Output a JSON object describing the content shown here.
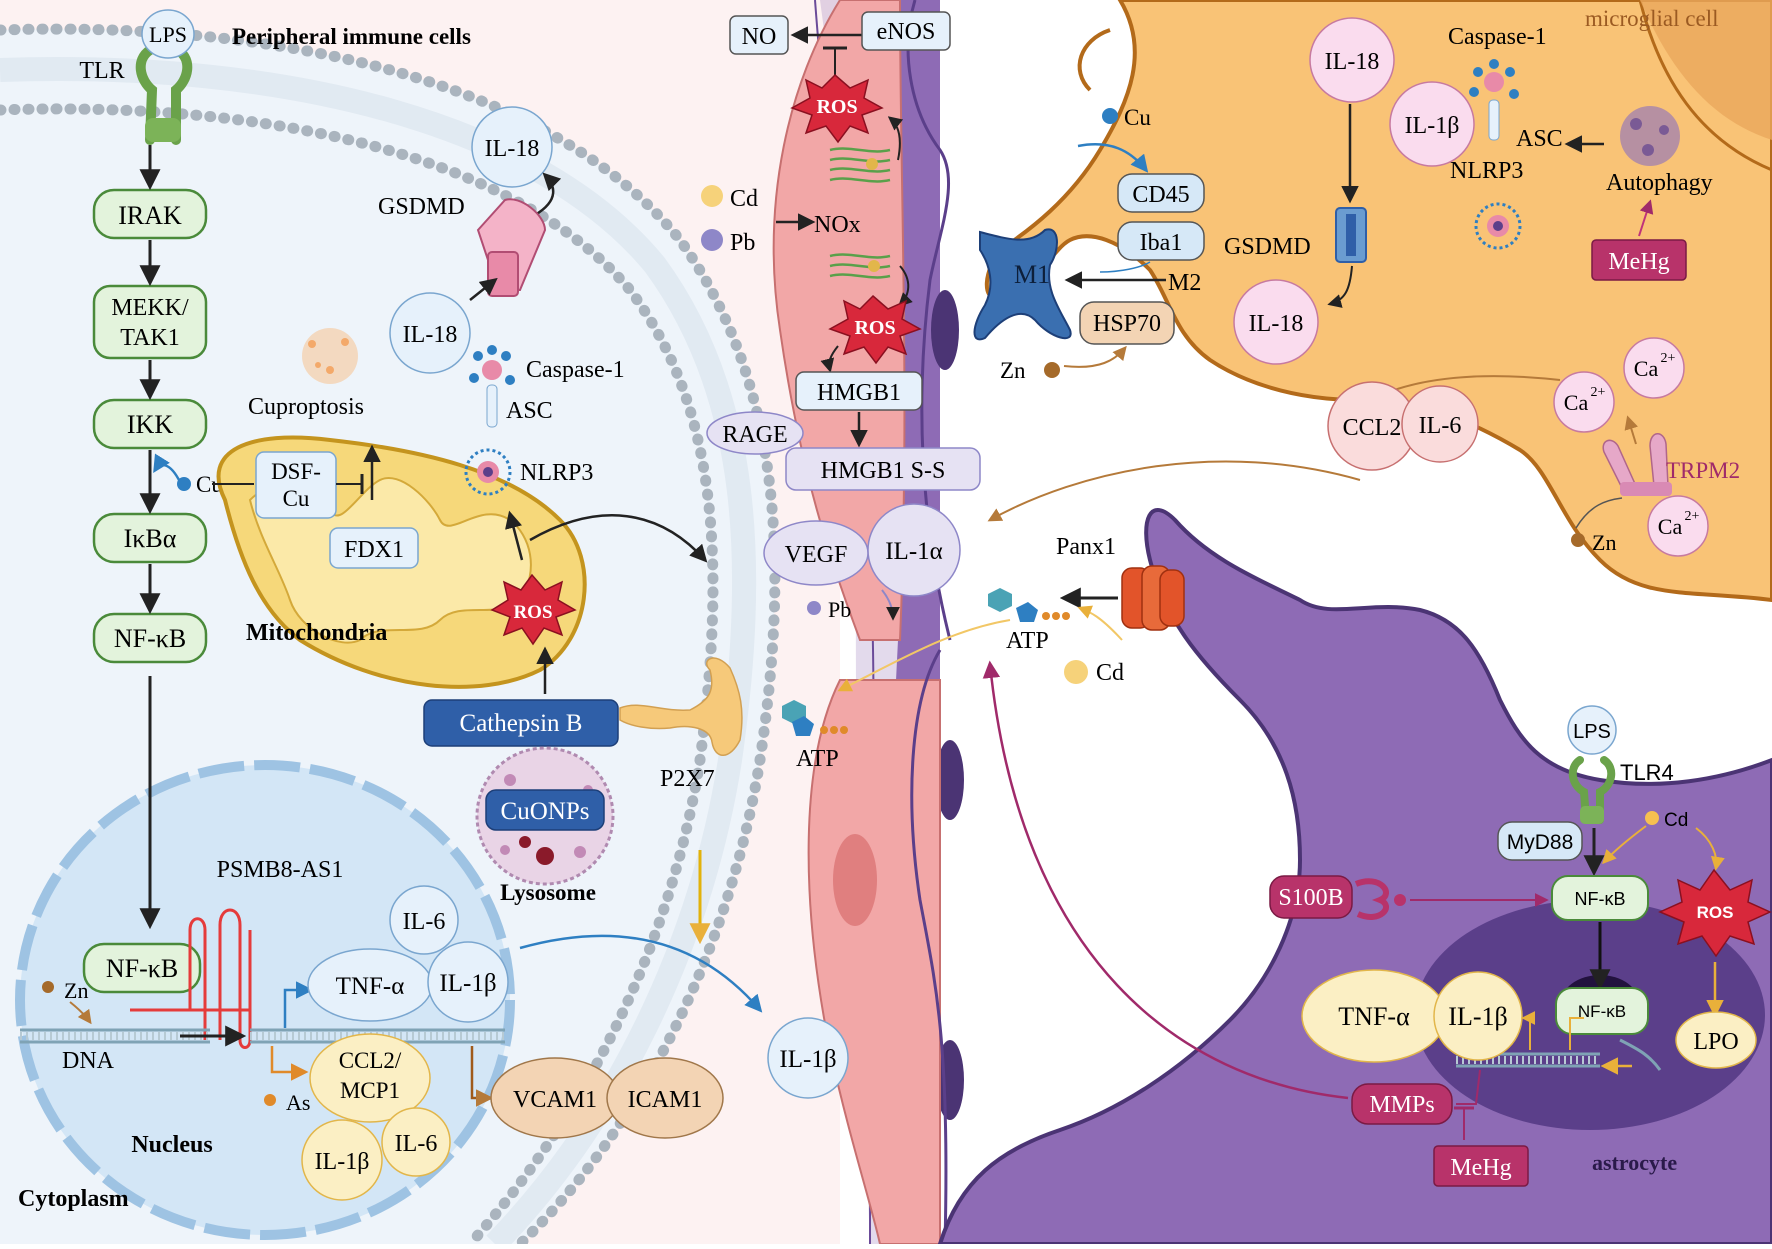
{
  "labels": {
    "lps": "LPS",
    "tlr": "TLR",
    "peripheral": "Peripheral immune cells",
    "irak": "IRAK",
    "mekk1": "MEKK/",
    "mekk2": "TAK1",
    "ikk": "IKK",
    "cu_left": "Cu",
    "ikba": "IκBα",
    "nfkb_top": "NF-κB",
    "nfkb_nuc": "NF-κB",
    "psmb": "PSMB8-AS1",
    "zn_left": "Zn",
    "dna": "DNA",
    "nucleus": "Nucleus",
    "cytoplasm": "Cytoplasm",
    "il6_a": "IL-6",
    "tnfa_a": "TNF-α",
    "il1b_a": "IL-1β",
    "ccl2": "CCL2/",
    "mcp1": "MCP1",
    "as": "As",
    "il1b_b": "IL-1β",
    "il6_b": "IL-6",
    "vcam": "VCAM1",
    "icam": "ICAM1",
    "il1b_out": "IL-1β",
    "il18_top": "IL-18",
    "gsdmd_left": "GSDMD",
    "il18_mid": "IL-18",
    "caspase_left": "Caspase-1",
    "asc_left": "ASC",
    "cuproptosis": "Cuproptosis",
    "dsf1": "DSF-",
    "dsf2": "Cu",
    "fdx1": "FDX1",
    "nlrp3_left": "NLRP3",
    "mito": "Mitochondria",
    "ros_mito": "ROS",
    "cathepsin": "Cathepsin B",
    "cuonps": "CuONPs",
    "lysosome": "Lysosome",
    "p2x7": "P2X7",
    "atp_left": "ATP",
    "no": "NO",
    "enos": "eNOS",
    "ros_vessel1": "ROS",
    "cd_mid": "Cd",
    "pb_mid": "Pb",
    "nox": "NOx",
    "ros_vessel2": "ROS",
    "hmgb1": "HMGB1",
    "rage": "RAGE",
    "hmgb1ss": "HMGB1 S-S",
    "vegf": "VEGF",
    "il1a": "IL-1α",
    "pb_low": "Pb",
    "cu_right": "Cu",
    "cd45": "CD45",
    "iba1": "Iba1",
    "m1": "M1",
    "m2": "M2",
    "hsp70": "HSP70",
    "zn_mid": "Zn",
    "microglial": "microglial cell",
    "il18_mg": "IL-18",
    "caspase_mg": "Caspase-1",
    "il1b_mg": "IL-1β",
    "asc_mg": "ASC",
    "nlrp3_mg": "NLRP3",
    "autophagy": "Autophagy",
    "gsdmd_mg": "GSDMD",
    "mehg_top": "MeHg",
    "il18_mg2": "IL-18",
    "ccl2_mg": "CCL2",
    "il6_mg": "IL-6",
    "ca_1": "Ca",
    "ca_2": "Ca",
    "ca_3": "Ca",
    "ca_sup": "2+",
    "trpm2": "TRPM2",
    "zn_right": "Zn",
    "panx1": "Panx1",
    "atp_mid": "ATP",
    "cd_low": "Cd",
    "lps_astro": "LPS",
    "tlr4": "TLR4",
    "myd88": "MyD88",
    "cd_astro": "Cd",
    "s100b": "S100B",
    "nfkb_astro1": "NF-κB",
    "ros_astro": "ROS",
    "nfkb_astro2": "NF-κB",
    "tnfa_astro": "TNF-α",
    "il1b_astro": "IL-1β",
    "lpo": "LPO",
    "mmps": "MMPs",
    "mehg_bottom": "MeHg",
    "astrocyte": "astrocyte"
  },
  "colors": {
    "green_box": "#e3f3dc",
    "green_border": "#4a8a3a",
    "blue_circle": "#e6f1fb",
    "yellow_oval": "#fbefc4",
    "tan_oval": "#f3d4b4",
    "pink_circle": "#fadcee",
    "ros_red": "#d8283b",
    "magenta": "#b8336a",
    "microglia": "#f9c376",
    "astro": "#8e6bb5"
  }
}
